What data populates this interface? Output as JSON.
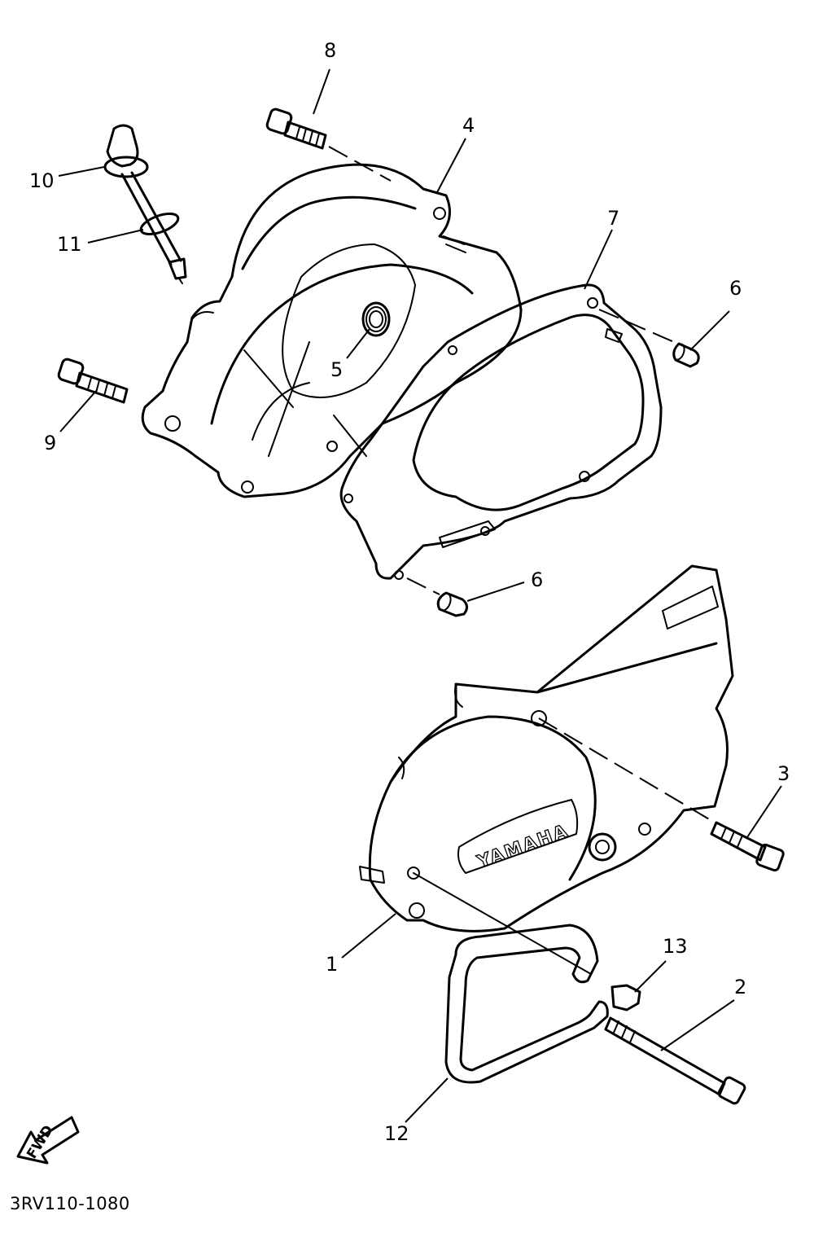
{
  "callouts": {
    "c1": "1",
    "c2": "2",
    "c3": "3",
    "c4": "4",
    "c5": "5",
    "c6a": "6",
    "c6b": "6",
    "c7": "7",
    "c8": "8",
    "c9": "9",
    "c10": "10",
    "c11": "11",
    "c12": "12",
    "c13": "13"
  },
  "cover_logo": "YAMAHA",
  "direction_marker": "FWD",
  "diagram_code": "3RV110-1080"
}
